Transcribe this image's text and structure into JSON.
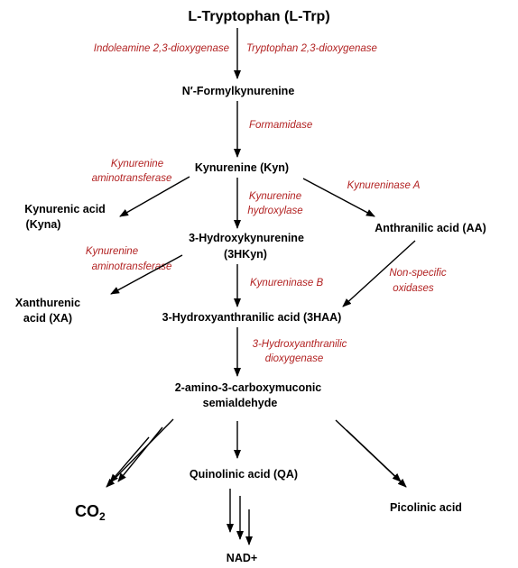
{
  "colors": {
    "node_text": "#000000",
    "enzyme_text": "#b22222",
    "arrow": "#000000",
    "background": "#ffffff"
  },
  "nodes": {
    "trp": "L-Tryptophan (L-Trp)",
    "nfk": "N′-Formylkynurenine",
    "kyn": "Kynurenine (Kyn)",
    "kyna_1": "Kynurenic acid",
    "kyna_2": "(Kyna)",
    "hk_1": "3-Hydroxykynurenine",
    "hk_2": "(3HKyn)",
    "aa": "Anthranilic acid (AA)",
    "xa_1": "Xanthurenic",
    "xa_2": "acid (XA)",
    "haa": "3-Hydroxyanthranilic acid (3HAA)",
    "acms_1": "2-amino-3-carboxymuconic",
    "acms_2": "semialdehyde",
    "qa": "Quinolinic acid (QA)",
    "co2": "CO",
    "co2_sub": "2",
    "pic": "Picolinic acid",
    "nad": "NAD+"
  },
  "enzymes": {
    "ido": "Indoleamine 2,3-dioxygenase",
    "tdo": "Tryptophan 2,3-dioxygenase",
    "formamidase": "Formamidase",
    "kat1_1": "Kynurenine",
    "kat1_2": "aminotransferase",
    "kmo_1": "Kynurenine",
    "kmo_2": "hydroxylase",
    "kynua": "Kynureninase A",
    "kat2_1": "Kynurenine",
    "kat2_2": "aminotransferase",
    "kynub": "Kynureninase B",
    "nso_1": "Non-specific",
    "nso_2": "oxidases",
    "haao_1": "3-Hydroxyanthranilic",
    "haao_2": "dioxygenase"
  }
}
